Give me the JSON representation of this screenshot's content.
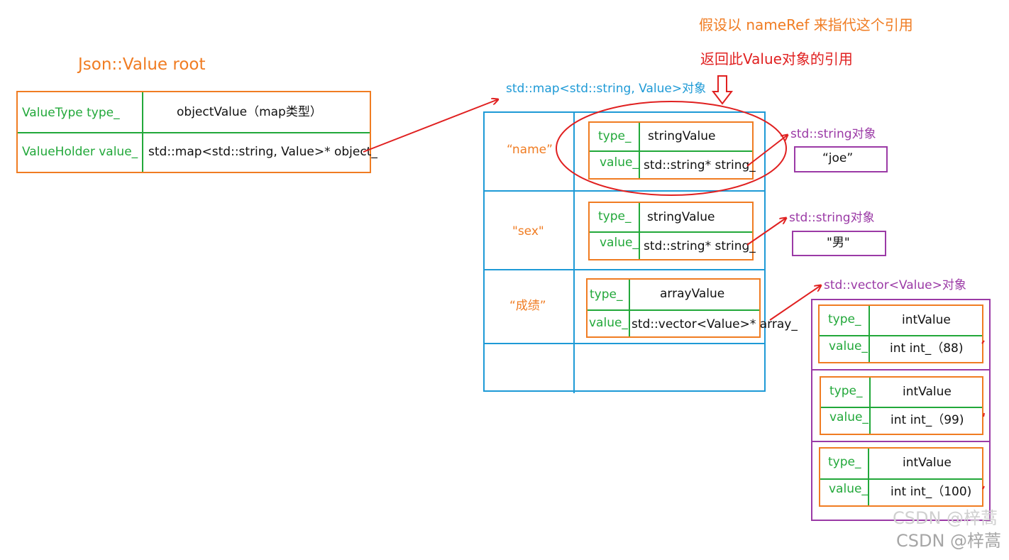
{
  "header": {
    "note_nameref": "假设以 nameRef 来指代这个引用",
    "note_return": "返回此Value对象的引用"
  },
  "root": {
    "title": "Json::Value  root",
    "type_label": "ValueType type_",
    "type_value": "objectValue（map类型）",
    "value_label": "ValueHolder value_",
    "value_value": "std::map<std::string, Value>* object_"
  },
  "map": {
    "title": "std::map<std::string, Value>对象",
    "rows": [
      {
        "key": "“name”",
        "type_label": "type_",
        "type_value": "stringValue",
        "value_label": "value_",
        "value_value": "std::string* string_"
      },
      {
        "key": "\"sex\"",
        "type_label": "type_",
        "type_value": "stringValue",
        "value_label": "value_",
        "value_value": "std::string* string_"
      },
      {
        "key": "“成绩”",
        "type_label": "type_",
        "type_value": "arrayValue",
        "value_label": "value_",
        "value_value": "std::vector<Value>* array_"
      }
    ]
  },
  "strings": [
    {
      "title": "std::string对象",
      "value": "“joe”"
    },
    {
      "title": "std::string对象",
      "value": "\"男\""
    }
  ],
  "vector": {
    "title": "std::vector<Value>对象",
    "items": [
      {
        "type_label": "type_",
        "type_value": "intValue",
        "value_label": "value_",
        "value_value": "int int_（88)"
      },
      {
        "type_label": "type_",
        "type_value": "intValue",
        "value_label": "value_",
        "value_value": "int int_（99)"
      },
      {
        "type_label": "type_",
        "type_value": "intValue",
        "value_label": "value_",
        "value_value": "int int_（100)"
      }
    ]
  },
  "watermark": {
    "text_light": "CSDN @梓蒿",
    "text_dark": "CSDN @梓蒿"
  },
  "colors": {
    "orange": "#f07c22",
    "green": "#22a83a",
    "blue": "#1e9ad6",
    "purple": "#9b3aa6",
    "red": "#e02020"
  }
}
